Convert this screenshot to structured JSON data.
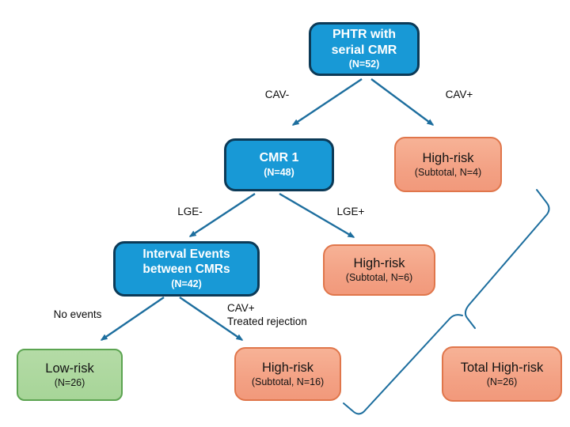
{
  "diagram": {
    "type": "flowchart",
    "nodes": {
      "root": {
        "label": "PHTR  with\nserial CMR",
        "sub": "(N=52)"
      },
      "cmr1": {
        "label": "CMR 1",
        "sub": "(N=48)"
      },
      "high_risk_cav": {
        "label": "High-risk",
        "sub": "(Subtotal, N=4)"
      },
      "interval_events": {
        "label": "Interval Events\nbetween CMRs",
        "sub": "(N=42)"
      },
      "high_risk_lge": {
        "label": "High-risk",
        "sub": "(Subtotal, N=6)"
      },
      "low_risk": {
        "label": "Low-risk",
        "sub": "(N=26)"
      },
      "high_risk_events": {
        "label": "High-risk",
        "sub": "(Subtotal, N=16)"
      },
      "total_high_risk": {
        "label": "Total High-risk",
        "sub": "(N=26)"
      }
    },
    "edge_labels": {
      "cav_neg": "CAV-",
      "cav_pos": "CAV+",
      "lge_neg": "LGE-",
      "lge_pos": "LGE+",
      "no_events": "No events",
      "cav_pos_treated": "CAV+\nTreated rejection"
    },
    "colors": {
      "node_blue_fill": "#1899D6",
      "node_blue_border": "#0C3A57",
      "node_orange_fill": "#F3A184",
      "node_orange_border": "#E0764B",
      "node_green_fill": "#A7D598",
      "node_green_border": "#5CA451",
      "connector": "#1D6E9E",
      "background": "#FFFFFF"
    }
  }
}
